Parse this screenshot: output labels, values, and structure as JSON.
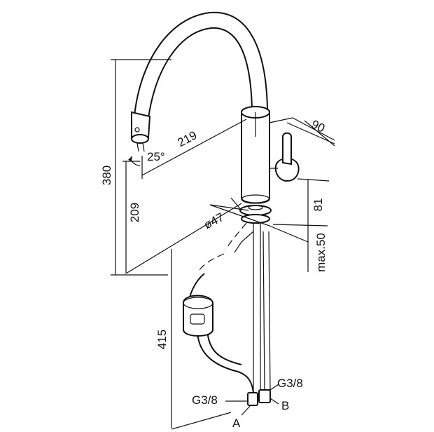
{
  "dimensions": {
    "height_total": "380",
    "spout_reach": "219",
    "spout_tilt": "25°",
    "aerator_height": "209",
    "handle_depth": "90",
    "handle_height": "81",
    "base_diameter": "ø47",
    "deck_thickness": "max.50",
    "hose_length": "415"
  },
  "connections": {
    "thread_left": "G3/8",
    "thread_right": "G3/8",
    "label_a": "A",
    "label_b": "B"
  }
}
